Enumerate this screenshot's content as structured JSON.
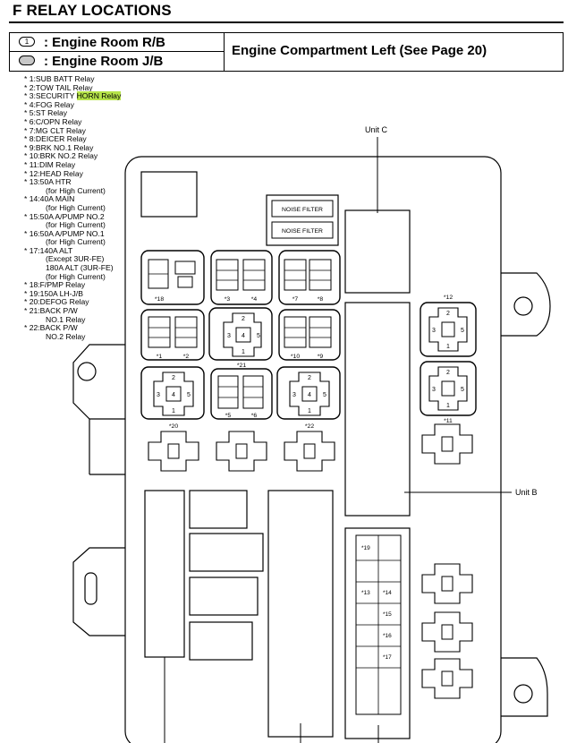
{
  "header": {
    "title": "F  RELAY LOCATIONS"
  },
  "legend": {
    "r1_symbol": "1",
    "r1_label": ": Engine Room R/B",
    "r2_label": ": Engine Room J/B",
    "location": "Engine Compartment Left (See Page 20)"
  },
  "relay_list": [
    {
      "text": "* 1:SUB BATT Relay"
    },
    {
      "text": "* 2:TOW TAIL Relay"
    },
    {
      "pre": "* 3:SECURITY ",
      "highlight": "HORN Relay"
    },
    {
      "text": "* 4:FOG Relay"
    },
    {
      "text": "* 5:ST Relay"
    },
    {
      "text": "* 6:C/OPN Relay"
    },
    {
      "text": "* 7:MG CLT Relay"
    },
    {
      "text": "* 8:DEICER Relay"
    },
    {
      "text": "* 9:BRK NO.1 Relay"
    },
    {
      "text": "* 10:BRK NO.2 Relay"
    },
    {
      "text": "* 11:DIM Relay"
    },
    {
      "text": "* 12:HEAD Relay"
    },
    {
      "text": "* 13:50A HTR"
    },
    {
      "text": "(for High Current)",
      "indent": true
    },
    {
      "text": "* 14:40A MAIN"
    },
    {
      "text": "(for High Current)",
      "indent": true
    },
    {
      "text": "* 15:50A A/PUMP NO.2"
    },
    {
      "text": "(for High Current)",
      "indent": true
    },
    {
      "text": "* 16:50A A/PUMP NO.1"
    },
    {
      "text": "(for High Current)",
      "indent": true
    },
    {
      "text": "* 17:140A ALT"
    },
    {
      "text": "(Except 3UR-FE)",
      "indent": true
    },
    {
      "text": "180A ALT (3UR-FE)",
      "indent": true
    },
    {
      "text": "(for High Current)",
      "indent": true
    },
    {
      "text": "* 18:F/PMP Relay"
    },
    {
      "text": "* 19:150A LH-J/B"
    },
    {
      "text": "* 20:DEFOG Relay"
    },
    {
      "text": "* 21:BACK P/W"
    },
    {
      "text": "NO.1 Relay",
      "indent": true
    },
    {
      "text": "* 22:BACK P/W"
    },
    {
      "text": "NO.2 Relay",
      "indent": true
    }
  ],
  "diagram": {
    "unit_c": "Unit C",
    "unit_b": "Unit B",
    "noise_filter_1": "NOISE FILTER",
    "noise_filter_2": "NOISE FILTER",
    "relay_labels": {
      "r18": "*18",
      "r3": "*3",
      "r4": "*4",
      "r7": "*7",
      "r8": "*8",
      "r1": "*1",
      "r2": "*2",
      "r21": "*21",
      "r10": "*10",
      "r9": "*9",
      "r20": "*20",
      "r5": "*5",
      "r6": "*6",
      "r22": "*22",
      "r12": "*12",
      "r11": "*11"
    },
    "fuse_labels": {
      "f19": "*19",
      "f13": "*13",
      "f14": "*14",
      "f15": "*15",
      "f16": "*16",
      "f17": "*17"
    },
    "terminal_numbers": {
      "t1": "1",
      "t2": "2",
      "t3": "3",
      "t4": "4",
      "t5": "5"
    }
  }
}
